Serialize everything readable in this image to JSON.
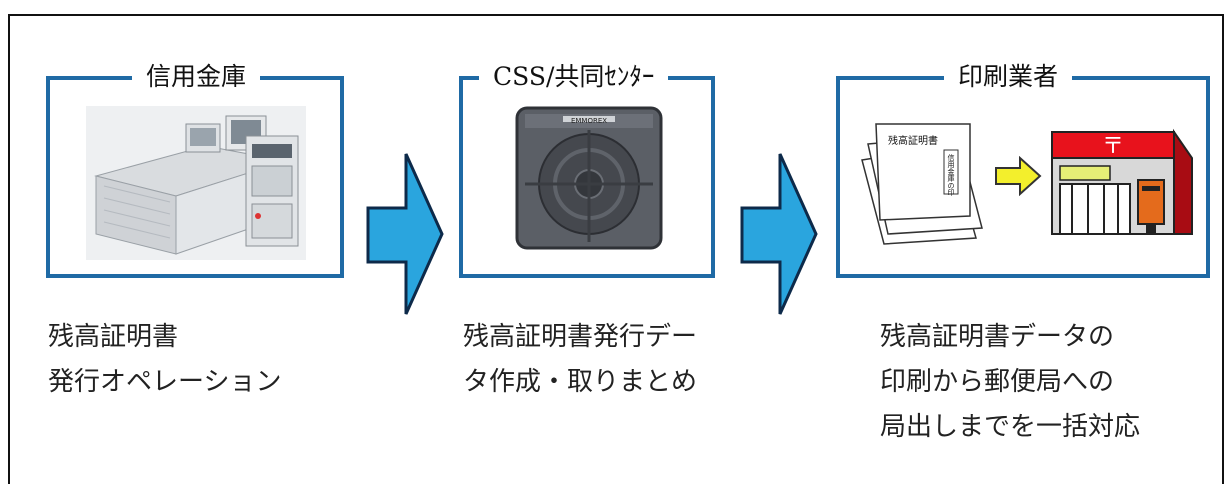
{
  "stages": [
    {
      "title": "信用金庫",
      "caption_lines": [
        "残高証明書",
        "発行オペレーション"
      ]
    },
    {
      "title": "CSS/共同ｾﾝﾀｰ",
      "caption_lines": [
        "残高証明書発行デー",
        "タ作成・取りまとめ"
      ]
    },
    {
      "title": "印刷業者",
      "caption_lines": [
        "残高証明書データの",
        "印刷から郵便局への",
        "局出しまでを一括対応"
      ]
    }
  ],
  "illustrations": {
    "machine": "bank-terminal-desk",
    "tape": {
      "brand_label": "EMMOREX",
      "icon": "tape-cartridge"
    },
    "document": {
      "title": "残高証明書",
      "stamp": "信用金庫の印"
    },
    "post_office": {
      "icon": "post-office",
      "symbol": "〒"
    }
  },
  "colors": {
    "box_border": "#1f6aa5",
    "arrow_fill": "#2aa5de",
    "arrow_stroke": "#0d2a4a",
    "post_red": "#e8121c",
    "yellow_arrow": "#f3ef2c"
  }
}
